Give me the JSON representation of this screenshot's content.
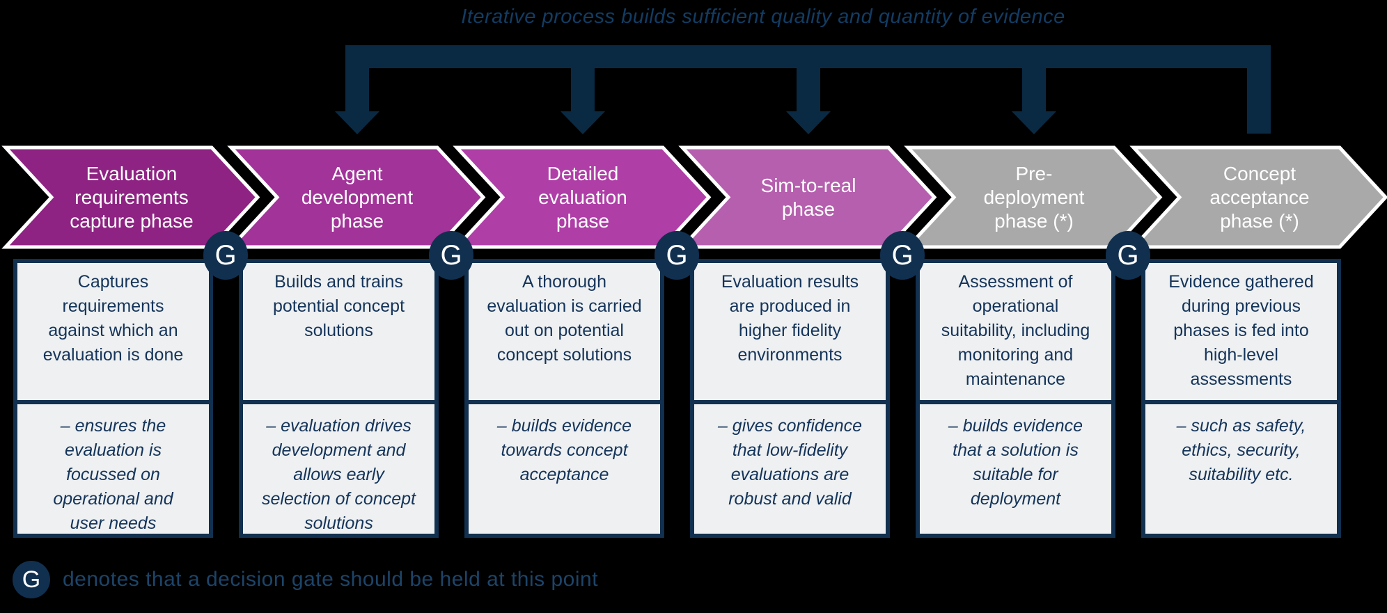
{
  "title": "Iterative process builds sufficient quality and quantity of evidence",
  "gate_symbol": "G",
  "colors": {
    "background": "#000000",
    "arrow_navy": "#0a2a43",
    "gate_navy": "#11304f",
    "box_border_navy": "#12304f",
    "box_bg": "#eef0f1",
    "box_text_navy": "#15345a",
    "title_text_navy": "#123c63",
    "legend_text_navy": "#1d4468",
    "chevron_text": "#ffffff"
  },
  "phases": [
    {
      "label": "Evaluation\nrequirements\ncapture phase",
      "color": "#8e2383",
      "summary": "Captures\nrequirements\nagainst which an\nevaluation is done",
      "detail": "– ensures the\nevaluation is\nfocussed on\noperational and\nuser needs"
    },
    {
      "label": "Agent\ndevelopment\nphase",
      "color": "#a23399",
      "summary": "Builds and trains\npotential concept\nsolutions",
      "detail": "– evaluation drives\ndevelopment and\nallows early\nselection of concept\nsolutions"
    },
    {
      "label": "Detailed\nevaluation\nphase",
      "color": "#af3ea7",
      "summary": "A thorough\nevaluation is carried\nout on potential\nconcept solutions",
      "detail": "– builds evidence\ntowards concept\nacceptance"
    },
    {
      "label": "Sim-to-real\nphase",
      "color": "#b55fae",
      "summary": "Evaluation results\nare produced in\nhigher fidelity\nenvironments",
      "detail": "– gives confidence\nthat low-fidelity\nevaluations are\nrobust and valid"
    },
    {
      "label": "Pre-\ndeployment\nphase (*)",
      "color": "#a9a9a9",
      "summary": "Assessment of\noperational\nsuitability, including\nmonitoring and\nmaintenance",
      "detail": "– builds evidence\nthat a solution is\nsuitable for\ndeployment"
    },
    {
      "label": "Concept\nacceptance\nphase (*)",
      "color": "#a9a9a9",
      "summary": "Evidence gathered\nduring previous\nphases is fed into\nhigh-level\nassessments",
      "detail": "– such as safety,\nethics, security,\nsuitability etc."
    }
  ],
  "legend": {
    "symbol": "G",
    "text": "denotes that a decision gate should be held at this point"
  }
}
